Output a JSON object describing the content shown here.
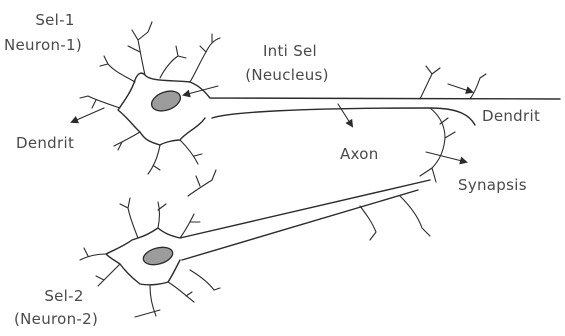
{
  "labels": {
    "cell1_line1": "Sel-1",
    "cell1_line2": "Neuron-1)",
    "nucleus_line1": "Inti Sel",
    "nucleus_line2": "(Neucleus)",
    "dendrite_left": "Dendrit",
    "dendrite_right": "Dendrit",
    "axon": "Axon",
    "synapse": "Synapsis",
    "cell2_line1": "Sel-2",
    "cell2_line2": "(Neuron-2)"
  },
  "colors": {
    "ink": "#2b2b2b",
    "label_text": "#4a4a4a",
    "nucleus_fill": "#9c9c9c",
    "background": "#ffffff"
  }
}
